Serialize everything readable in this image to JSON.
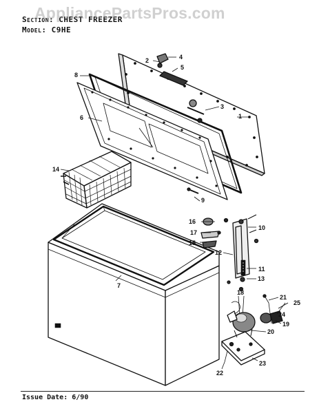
{
  "header": {
    "section_label": "Section:",
    "section_value": "CHEST FREEZER",
    "model_label": "Model:",
    "model_value": "C9HE"
  },
  "watermark": "AppliancePartsPros.com",
  "footer": {
    "issue_date_label": "Issue Date:",
    "issue_date_value": "6/90"
  },
  "callouts": [
    "1",
    "2",
    "3",
    "4",
    "5",
    "6",
    "7",
    "8",
    "9",
    "10",
    "11",
    "12",
    "13",
    "14",
    "15",
    "16",
    "17",
    "18",
    "19",
    "20",
    "21",
    "22",
    "23",
    "24",
    "25"
  ]
}
